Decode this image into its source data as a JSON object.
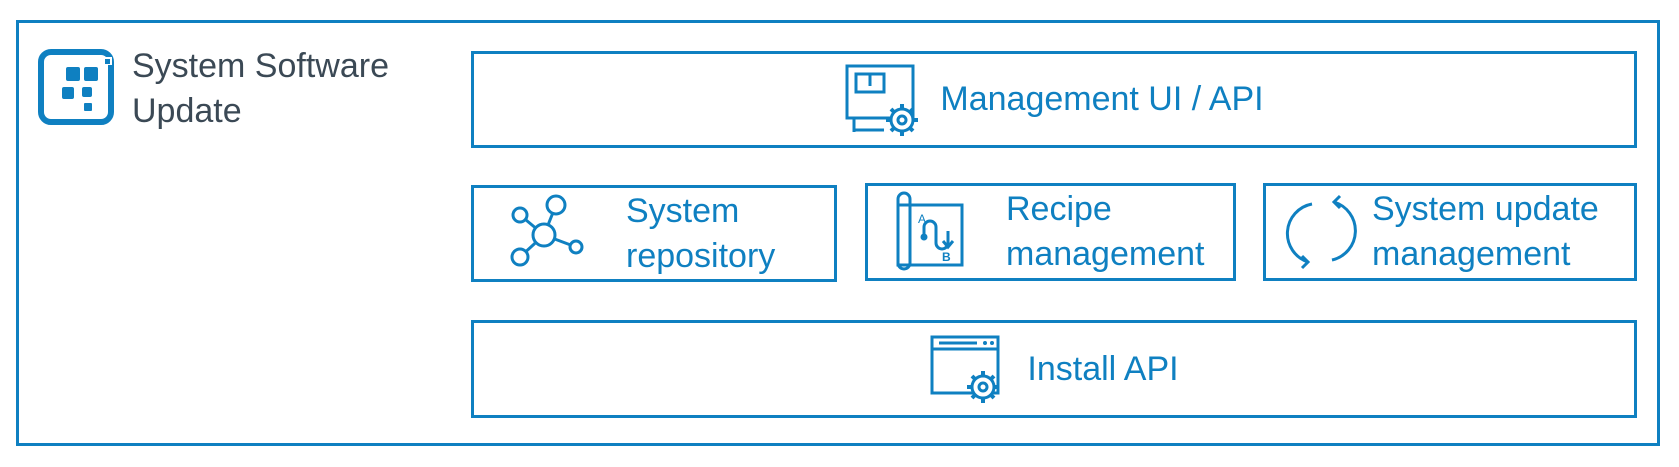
{
  "header": {
    "title_line1": "System Software",
    "title_line2": "Update",
    "logo_icon": "system-software-update-logo-icon"
  },
  "layers": {
    "management": {
      "label": "Management UI / API",
      "icon": "monitor-gear-icon"
    },
    "modules": [
      {
        "line1": "System",
        "line2": "repository",
        "icon": "network-nodes-icon"
      },
      {
        "line1": "Recipe",
        "line2": "management",
        "icon": "recipe-ab-path-icon"
      },
      {
        "line1": "System update",
        "line2": "management",
        "icon": "refresh-cycle-icon"
      }
    ],
    "install": {
      "label": "Install API",
      "icon": "window-gear-icon"
    }
  },
  "colors": {
    "accent": "#0f80c1",
    "title_text": "#3b4955",
    "background": "#ffffff"
  }
}
